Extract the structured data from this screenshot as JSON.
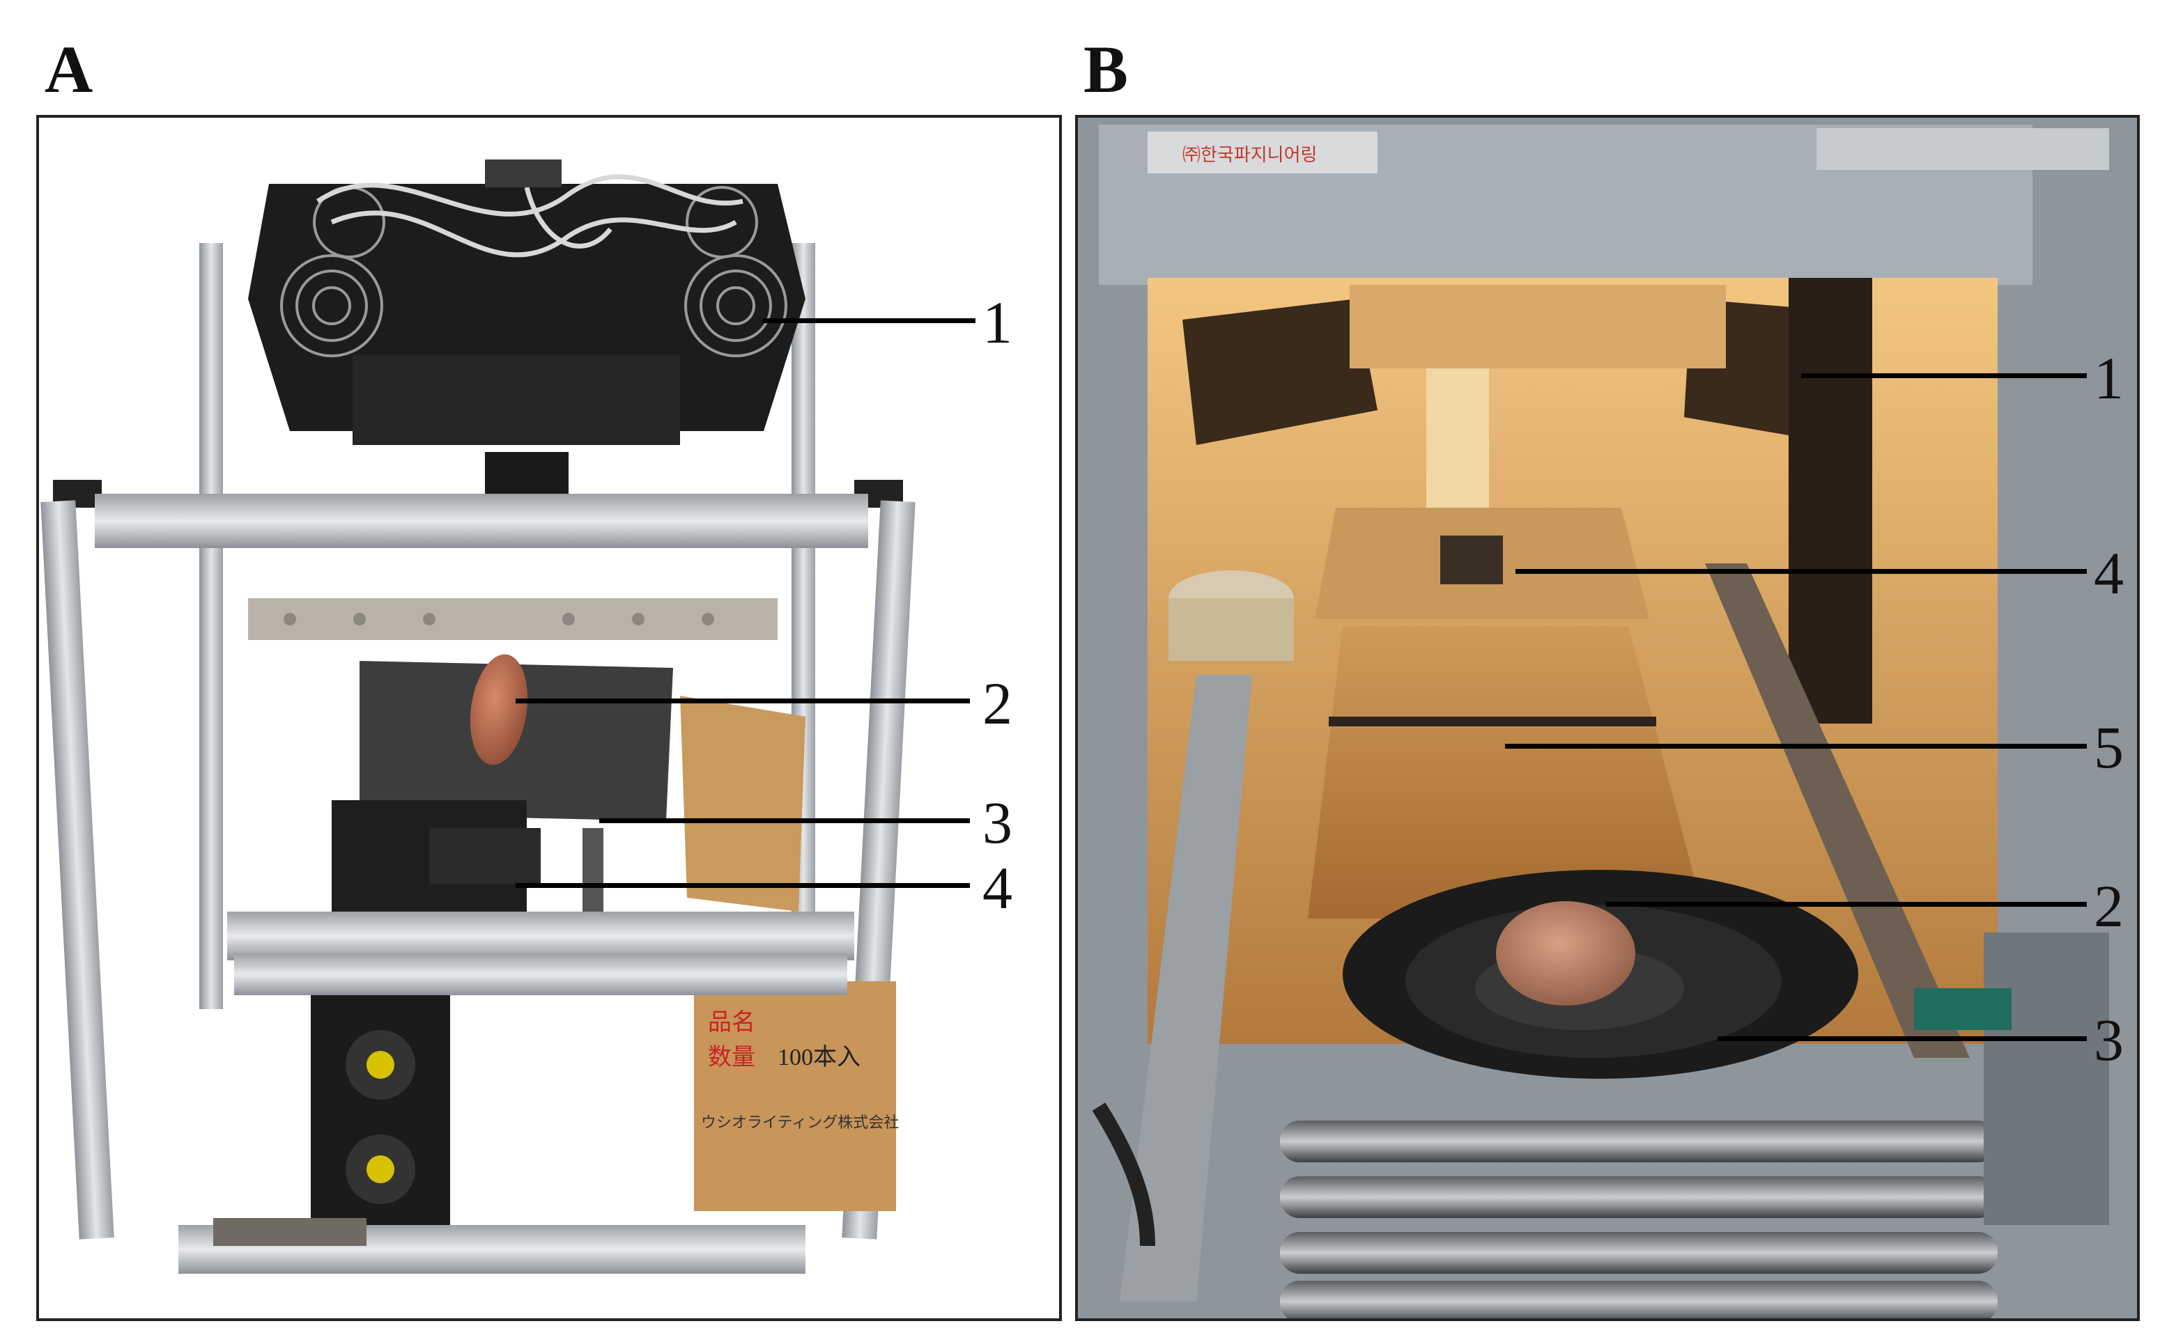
{
  "panels": [
    {
      "letter": "A",
      "callouts": [
        "1",
        "2",
        "3",
        "4"
      ],
      "box_text": {
        "line1": "品名",
        "line2": "数量",
        "line2_value": "100本入",
        "footer": "ウシオライティング株式会社"
      }
    },
    {
      "letter": "B",
      "callouts": [
        "1",
        "4",
        "5",
        "2",
        "3"
      ],
      "placard_text": "㈜한국파지니어링"
    }
  ]
}
